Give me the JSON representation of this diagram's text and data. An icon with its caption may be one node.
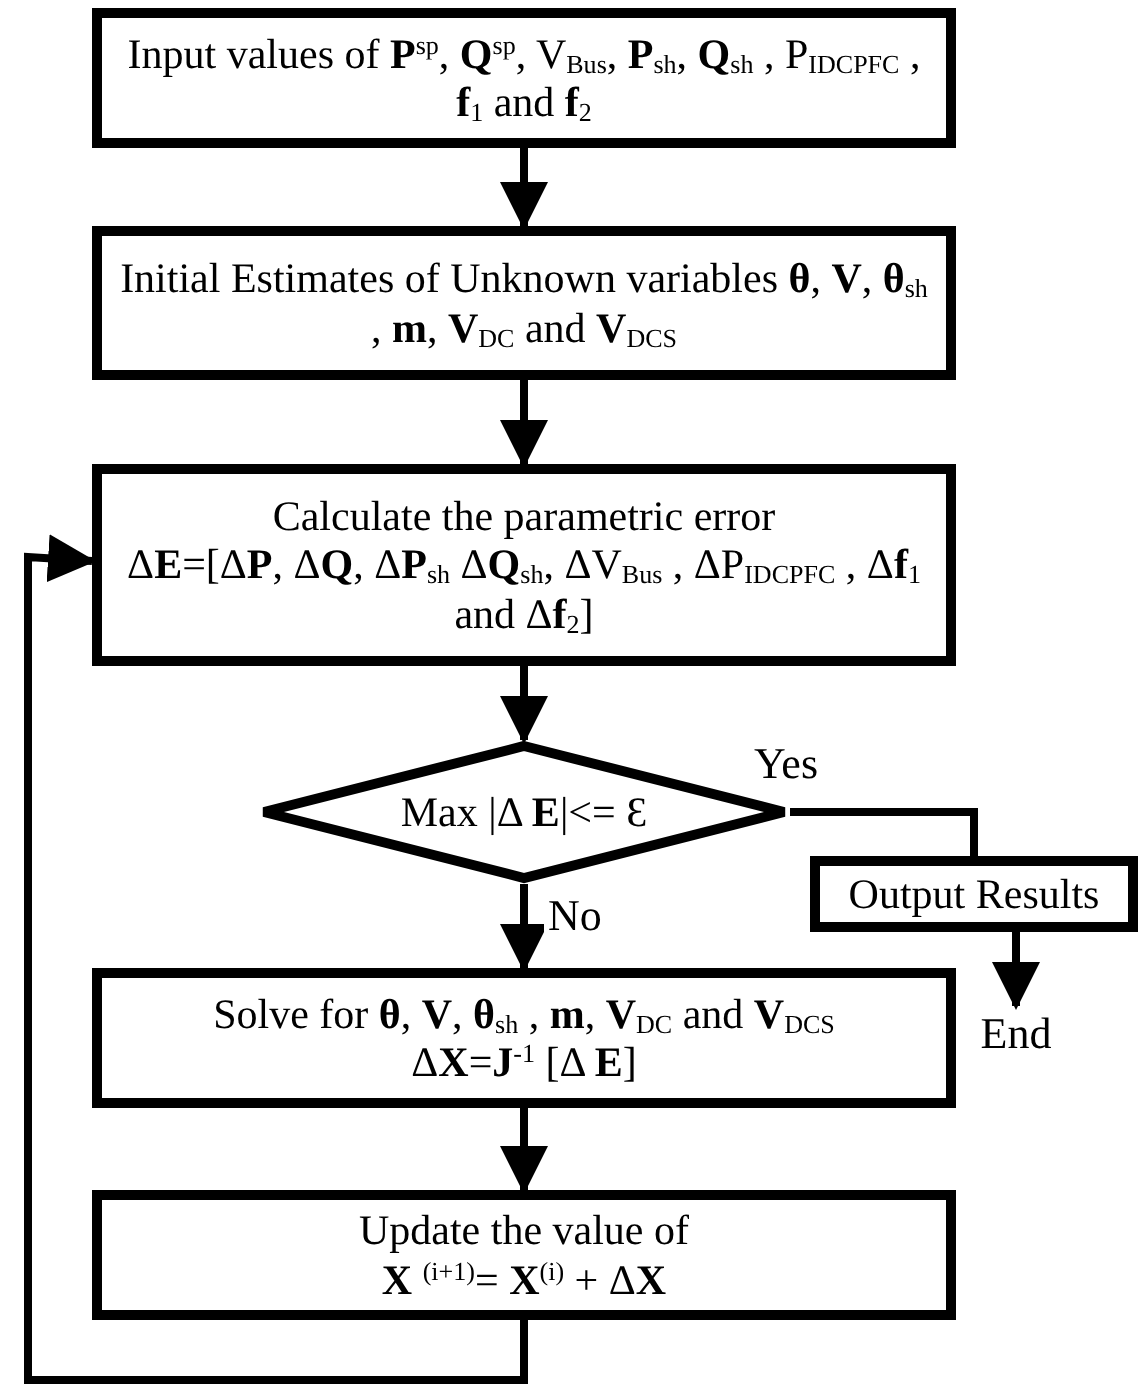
{
  "diagram": {
    "nodes": [
      {
        "text": [
          "Input values of **P**$^{sp}$, **Q**$^{sp}$, V$_{Bus}$, **P**$_{sh}$, **Q**$_{sh}$ , P$_{IDCPFC}$ , **f**$_{1}$ and **f**$_{2}$"
        ]
      },
      {
        "text": [
          "Initial Estimates of Unknown variables **θ**, **V**, **θ**$_{sh}$ , **m**, **V**$_{DC}$ and **V**$_{DCS}$"
        ]
      },
      {
        "text": [
          "Calculate the parametric error",
          "Δ**E**=[Δ**P**, Δ**Q**, Δ**P**$_{sh}$ Δ**Q**$_{sh}$, ΔV$_{Bus}$ , ΔP$_{IDCPFC}$ , Δ**f**$_{1}$ and Δ**f**$_{2}$]"
        ]
      },
      {
        "text": [
          "Max |Δ **E**|<= Ɛ"
        ]
      },
      {
        "text": [
          "Output Results"
        ]
      },
      {
        "text": [
          "End"
        ]
      },
      {
        "text": [
          "Solve for **θ**, **V**, **θ**$_{sh}$ , **m**, **V**$_{DC}$ and **V**$_{DCS}$",
          "Δ**X**=**J**$^{-1}$ [Δ **E**]"
        ]
      },
      {
        "text": [
          "Update the value of",
          "**X** $^{(i+1)}$= **X**$^{(i)}$ + Δ**X**"
        ]
      }
    ],
    "edges": [
      {
        "from": 0,
        "to": 1,
        "arrow": "to"
      },
      {
        "from": 1,
        "to": 2,
        "arrow": "to"
      },
      {
        "from": 2,
        "to": 3,
        "arrow": "to"
      },
      {
        "from": 3,
        "to": 4,
        "arrow": "none",
        "label": "Yes"
      },
      {
        "from": 4,
        "to": 5,
        "arrow": "to"
      },
      {
        "from": 3,
        "to": 6,
        "arrow": "to",
        "label": "No"
      },
      {
        "from": 6,
        "to": 7,
        "arrow": "to"
      },
      {
        "from": 7,
        "to": 2,
        "arrow": "to"
      }
    ]
  }
}
